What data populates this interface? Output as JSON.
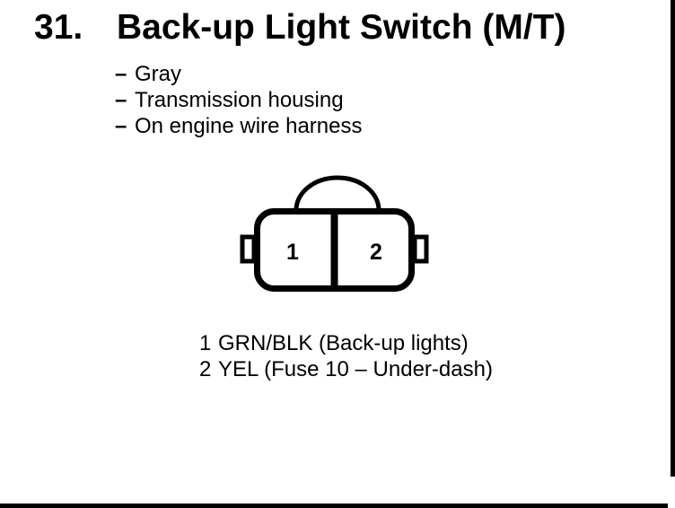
{
  "colors": {
    "ink": "#000000",
    "paper": "#ffffff"
  },
  "entry": {
    "number": "31.",
    "title": "Back-up Light Switch (M/T)",
    "attributes": [
      {
        "marker": "–",
        "text": "Gray"
      },
      {
        "marker": "–",
        "text": "Transmission housing"
      },
      {
        "marker": "–",
        "text": "On engine wire harness"
      }
    ]
  },
  "connector": {
    "cavity_labels": [
      "1",
      "2"
    ]
  },
  "legend": [
    {
      "pin": "1",
      "wire": "GRN/BLK (Back-up lights)"
    },
    {
      "pin": "2",
      "wire": "YEL (Fuse 10 – Under-dash)"
    }
  ]
}
